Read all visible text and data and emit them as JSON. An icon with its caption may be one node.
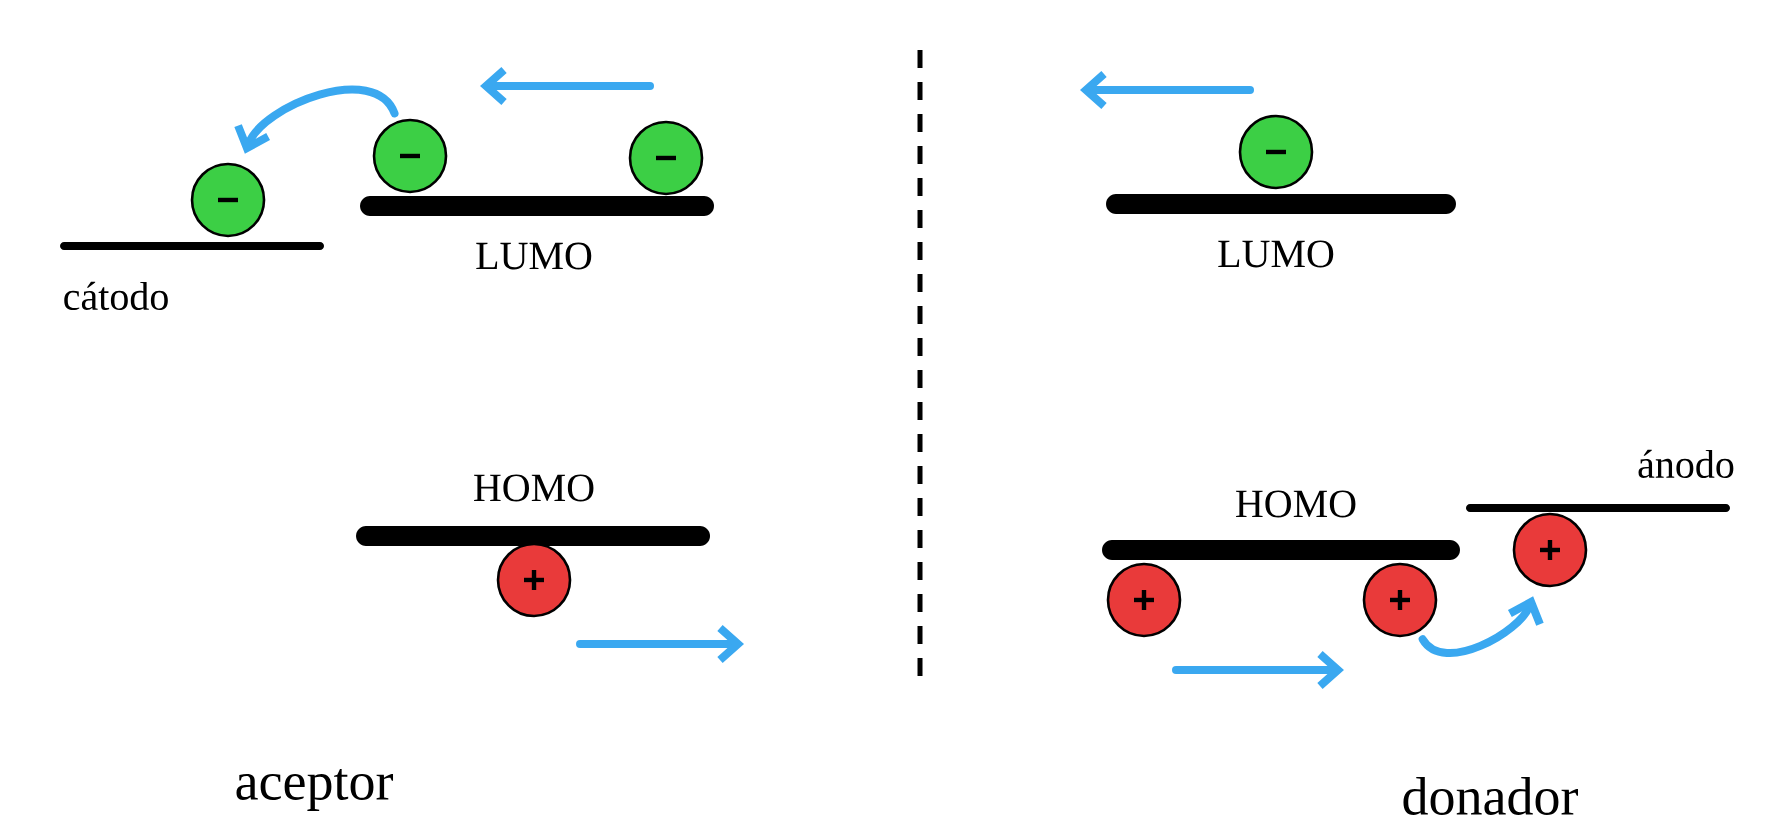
{
  "diagram": {
    "nodes": [
      {
        "text": [
          "cátodo"
        ]
      },
      {
        "text": [
          "LUMO"
        ]
      },
      {
        "text": [],
        "shape": "circle"
      },
      {
        "text": [],
        "shape": "circle"
      },
      {
        "text": [],
        "shape": "circle"
      },
      {
        "text": [
          "HOMO"
        ]
      },
      {
        "text": [],
        "shape": "circle"
      },
      {
        "text": [
          "LUMO"
        ]
      },
      {
        "text": [],
        "shape": "circle"
      },
      {
        "text": [
          "HOMO"
        ]
      },
      {
        "text": [
          "ánodo"
        ]
      },
      {
        "text": [],
        "shape": "circle"
      },
      {
        "text": [],
        "shape": "circle"
      },
      {
        "text": [],
        "shape": "circle"
      }
    ],
    "edges": [
      {
        "from": 3,
        "to": 2,
        "arrow": "to"
      },
      {
        "from": 12,
        "to": 13,
        "arrow": "to"
      }
    ],
    "labels": [
      "aceptor",
      "donador"
    ]
  }
}
